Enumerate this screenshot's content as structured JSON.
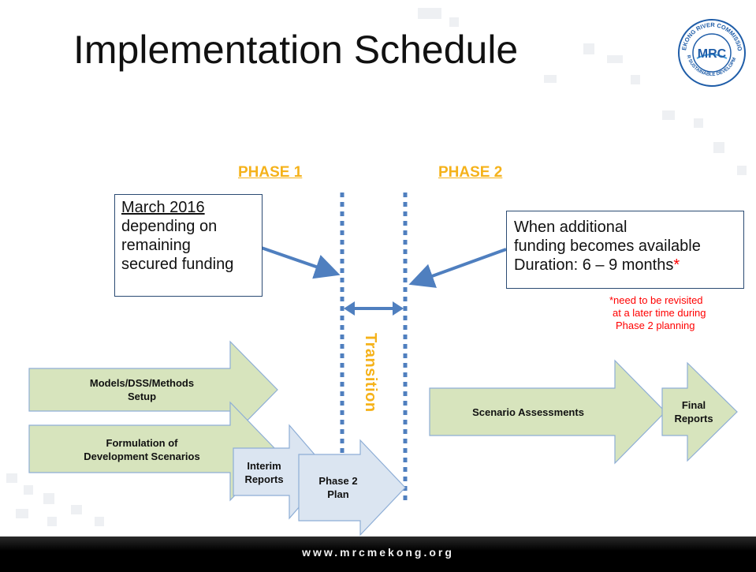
{
  "title": "Implementation Schedule",
  "logo": {
    "top_text": "MEKONG RIVER COMMISSION",
    "bottom_text": "FOR SUSTAINABLE DEVELOPMENT",
    "center_text": "MRC"
  },
  "phases": {
    "phase1": "PHASE 1",
    "phase2": "PHASE 2"
  },
  "transition_label": "Transition",
  "left_box": {
    "lines": [
      "March 2016",
      "depending on",
      "remaining",
      "secured funding"
    ]
  },
  "right_box": {
    "lines": [
      "When additional",
      "funding becomes available",
      "Duration:  6 – 9 months"
    ],
    "asterisk": "*"
  },
  "note": {
    "lines": [
      "*need to be revisited",
      "at a later time during",
      "Phase 2 planning"
    ]
  },
  "arrows": {
    "models": [
      "Models/DSS/Methods",
      "Setup"
    ],
    "formulation": [
      "Formulation of",
      "Development Scenarios"
    ],
    "interim": [
      "Interim",
      "Reports"
    ],
    "phase2plan": [
      "Phase 2",
      "Plan"
    ],
    "scenario": [
      "Scenario Assessments"
    ],
    "final": [
      "Final",
      "Reports"
    ]
  },
  "footer": {
    "url": "www.mrcmekong.org"
  },
  "colors": {
    "green_arrow": "#d7e4bd",
    "blue_arrow": "#dbe5f1",
    "arrow_border": "#8eaed6",
    "phase_text": "#f5b21a",
    "dotted_line": "#4f7fbf",
    "note_text": "#ff0000"
  }
}
